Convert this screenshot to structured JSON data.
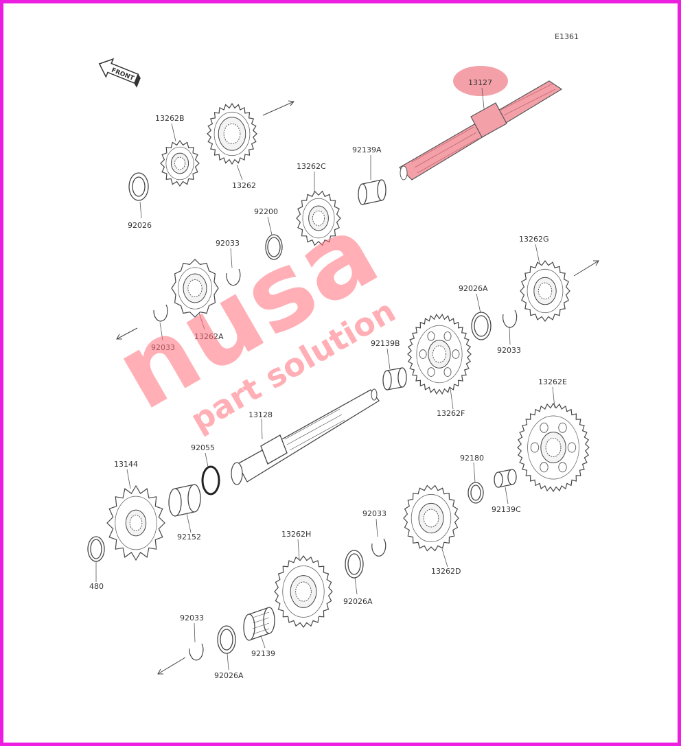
{
  "diagram": {
    "code": "E1361",
    "front_label": "FRONT",
    "highlight_color": "#f4a0a8",
    "border_color": "#ec1fe0",
    "watermark": {
      "brand": "nusa",
      "tagline": "part solution",
      "color": "#ff6f7a"
    },
    "parts": [
      {
        "id": "p13127",
        "label": "13127",
        "kind": "shaft",
        "highlighted": true
      },
      {
        "id": "p13262B",
        "label": "13262B",
        "kind": "gear"
      },
      {
        "id": "p13262",
        "label": "13262",
        "kind": "gear"
      },
      {
        "id": "p92026",
        "label": "92026",
        "kind": "washer"
      },
      {
        "id": "p92139A",
        "label": "92139A",
        "kind": "bushing"
      },
      {
        "id": "p13262C",
        "label": "13262C",
        "kind": "gear"
      },
      {
        "id": "p92200",
        "label": "92200",
        "kind": "washer"
      },
      {
        "id": "p92033a",
        "label": "92033",
        "kind": "circlip"
      },
      {
        "id": "p13262A",
        "label": "13262A",
        "kind": "gear"
      },
      {
        "id": "p92033b",
        "label": "92033",
        "kind": "circlip"
      },
      {
        "id": "p13262G",
        "label": "13262G",
        "kind": "gear"
      },
      {
        "id": "p92026A",
        "label": "92026A",
        "kind": "washer"
      },
      {
        "id": "p92033c",
        "label": "92033",
        "kind": "circlip"
      },
      {
        "id": "p92139B",
        "label": "92139B",
        "kind": "bushing"
      },
      {
        "id": "p13262F",
        "label": "13262F",
        "kind": "gear"
      },
      {
        "id": "p13128",
        "label": "13128",
        "kind": "shaft"
      },
      {
        "id": "p13262E",
        "label": "13262E",
        "kind": "gear"
      },
      {
        "id": "p13144",
        "label": "13144",
        "kind": "sprocket"
      },
      {
        "id": "p92055",
        "label": "92055",
        "kind": "o-ring"
      },
      {
        "id": "p92152",
        "label": "92152",
        "kind": "collar"
      },
      {
        "id": "p92180",
        "label": "92180",
        "kind": "washer"
      },
      {
        "id": "p92139C",
        "label": "92139C",
        "kind": "bushing"
      },
      {
        "id": "p92033d",
        "label": "92033",
        "kind": "circlip"
      },
      {
        "id": "p13262D",
        "label": "13262D",
        "kind": "gear"
      },
      {
        "id": "p480",
        "label": "480",
        "kind": "circlip"
      },
      {
        "id": "p13262H",
        "label": "13262H",
        "kind": "gear"
      },
      {
        "id": "p92026Ab",
        "label": "92026A",
        "kind": "washer"
      },
      {
        "id": "p92033e",
        "label": "92033",
        "kind": "circlip"
      },
      {
        "id": "p92026Ac",
        "label": "92026A",
        "kind": "washer"
      },
      {
        "id": "p92139",
        "label": "92139",
        "kind": "needle-bearing"
      }
    ]
  }
}
